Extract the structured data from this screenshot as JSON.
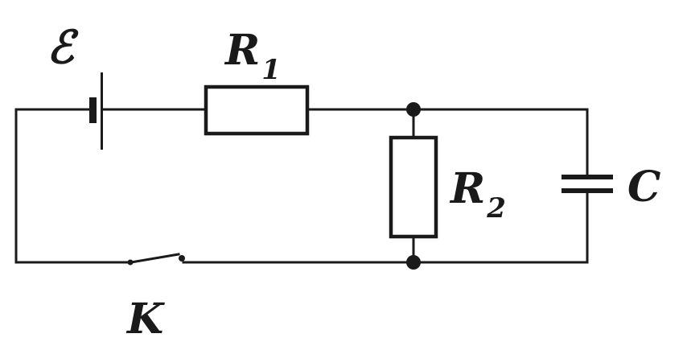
{
  "diagram": {
    "emf_label": "ℰ",
    "r1_label": "R",
    "r1_subscript": "1",
    "r2_label": "R",
    "r2_subscript": "2",
    "capacitor_label": "C",
    "switch_label": "K"
  },
  "colors": {
    "ink": "#1a1a1a",
    "background": "#ffffff"
  }
}
